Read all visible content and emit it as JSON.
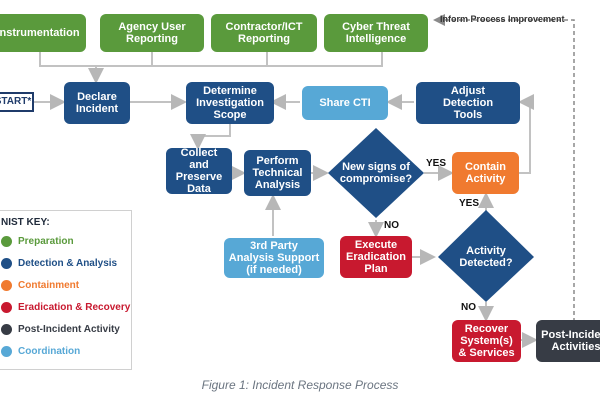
{
  "boxes": {
    "instrumentation": "Instrumentation",
    "agency_user_reporting": "Agency User\nReporting",
    "contractor_ict_reporting": "Contractor/ICT\nReporting",
    "cyber_threat_intelligence": "Cyber Threat\nIntelligence",
    "start": "START*",
    "declare_incident": "Declare\nIncident",
    "determine_scope": "Determine\nInvestigation\nScope",
    "share_cti": "Share CTI",
    "adjust_detection": "Adjust\nDetection\nTools",
    "collect_preserve": "Collect and\nPreserve\nData",
    "perform_analysis": "Perform\nTechnical\nAnalysis",
    "new_signs": "New signs of\ncompromise?",
    "contain_activity": "Contain\nActivity",
    "third_party": "3rd Party\nAnalysis Support\n(if needed)",
    "execute_eradication": "Execute\nEradication\nPlan",
    "activity_detected": "Activity\nDetected?",
    "recover_systems": "Recover\nSystem(s)\n& Services",
    "post_incident": "Post-Incident\nActivities"
  },
  "labels": {
    "inform_process": "Inform Process Improvement",
    "yes_1": "YES",
    "no_1": "NO",
    "yes_2": "YES",
    "no_2": "NO"
  },
  "key": {
    "title": "NIST KEY:",
    "items": [
      {
        "label": "Preparation",
        "color": "#5a9a3c"
      },
      {
        "label": "Detection & Analysis",
        "color": "#1f4f86"
      },
      {
        "label": "Containment",
        "color": "#f07a2f"
      },
      {
        "label": "Eradication & Recovery",
        "color": "#c8192f"
      },
      {
        "label": "Post-Incident Activity",
        "color": "#373c45"
      },
      {
        "label": "Coordination",
        "color": "#57a8d6"
      }
    ]
  },
  "caption": "Figure 1: Incident Response Process"
}
